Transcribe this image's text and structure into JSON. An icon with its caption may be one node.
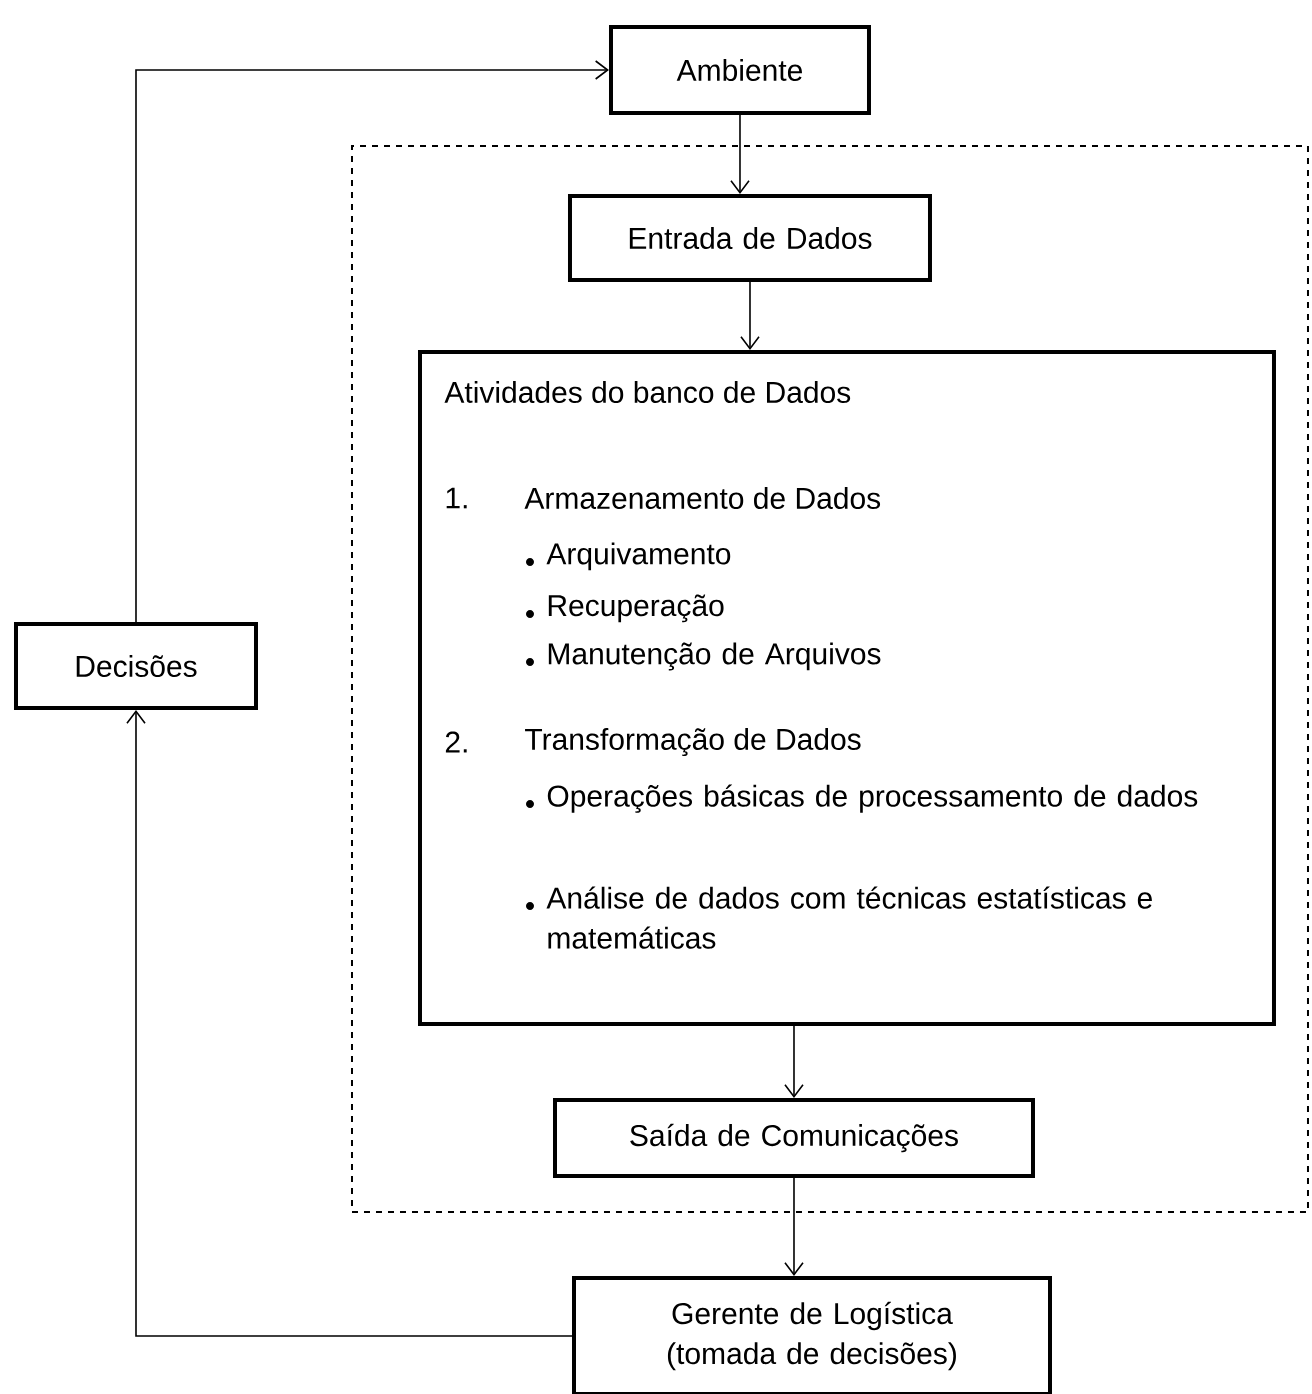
{
  "diagram": {
    "nodes": [
      {
        "text": [],
        "shape": "box"
      },
      {
        "text": [
          "Ambiente"
        ]
      },
      {
        "text": [
          "Entrada de Dados"
        ],
        "in": 0
      },
      {
        "text": [
          "Atividades do banco de Dados",
          "1.",
          "Armazenamento de Dados",
          "Arquivamento",
          "Recuperação",
          "Manutenção de Arquivos",
          "2.",
          "Transformação de Dados",
          "Operações básicas de processamento de dados",
          "Análise de dados com técnicas estatísticas e matemáticas"
        ],
        "in": 0
      },
      {
        "text": [
          "Saída de Comunicações"
        ],
        "in": 0
      },
      {
        "text": [
          "Decisões"
        ]
      },
      {
        "text": [
          "Gerente de Logística (tomada de decisões)"
        ]
      }
    ],
    "edges": [
      {
        "from": 1,
        "to": 2,
        "arrow": "to"
      },
      {
        "from": 2,
        "to": 3,
        "arrow": "to"
      },
      {
        "from": 3,
        "to": 4,
        "arrow": "to"
      },
      {
        "from": 4,
        "to": 6,
        "arrow": "to"
      },
      {
        "from": 6,
        "to": 5,
        "arrow": "to"
      },
      {
        "from": 5,
        "to": 1,
        "arrow": "to"
      }
    ]
  }
}
